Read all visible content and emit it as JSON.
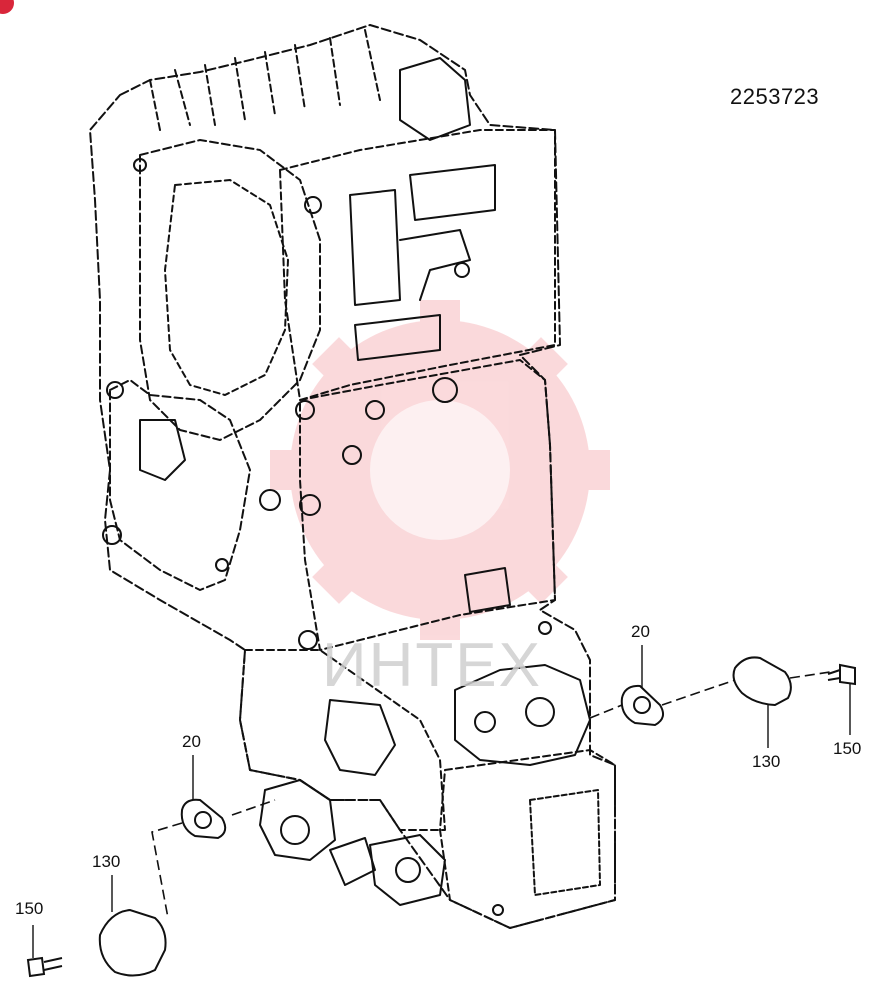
{
  "drawing": {
    "number": "2253723"
  },
  "watermark": {
    "text": "ИНТЕХ"
  },
  "callouts": [
    {
      "id": "c1",
      "label": "20"
    },
    {
      "id": "c2",
      "label": "130"
    },
    {
      "id": "c3",
      "label": "150"
    },
    {
      "id": "c4",
      "label": "20"
    },
    {
      "id": "c5",
      "label": "130"
    },
    {
      "id": "c6",
      "label": "150"
    }
  ],
  "colors": {
    "ink": "#111111",
    "watermark": "#e8343f",
    "badge": "#d9263a"
  }
}
